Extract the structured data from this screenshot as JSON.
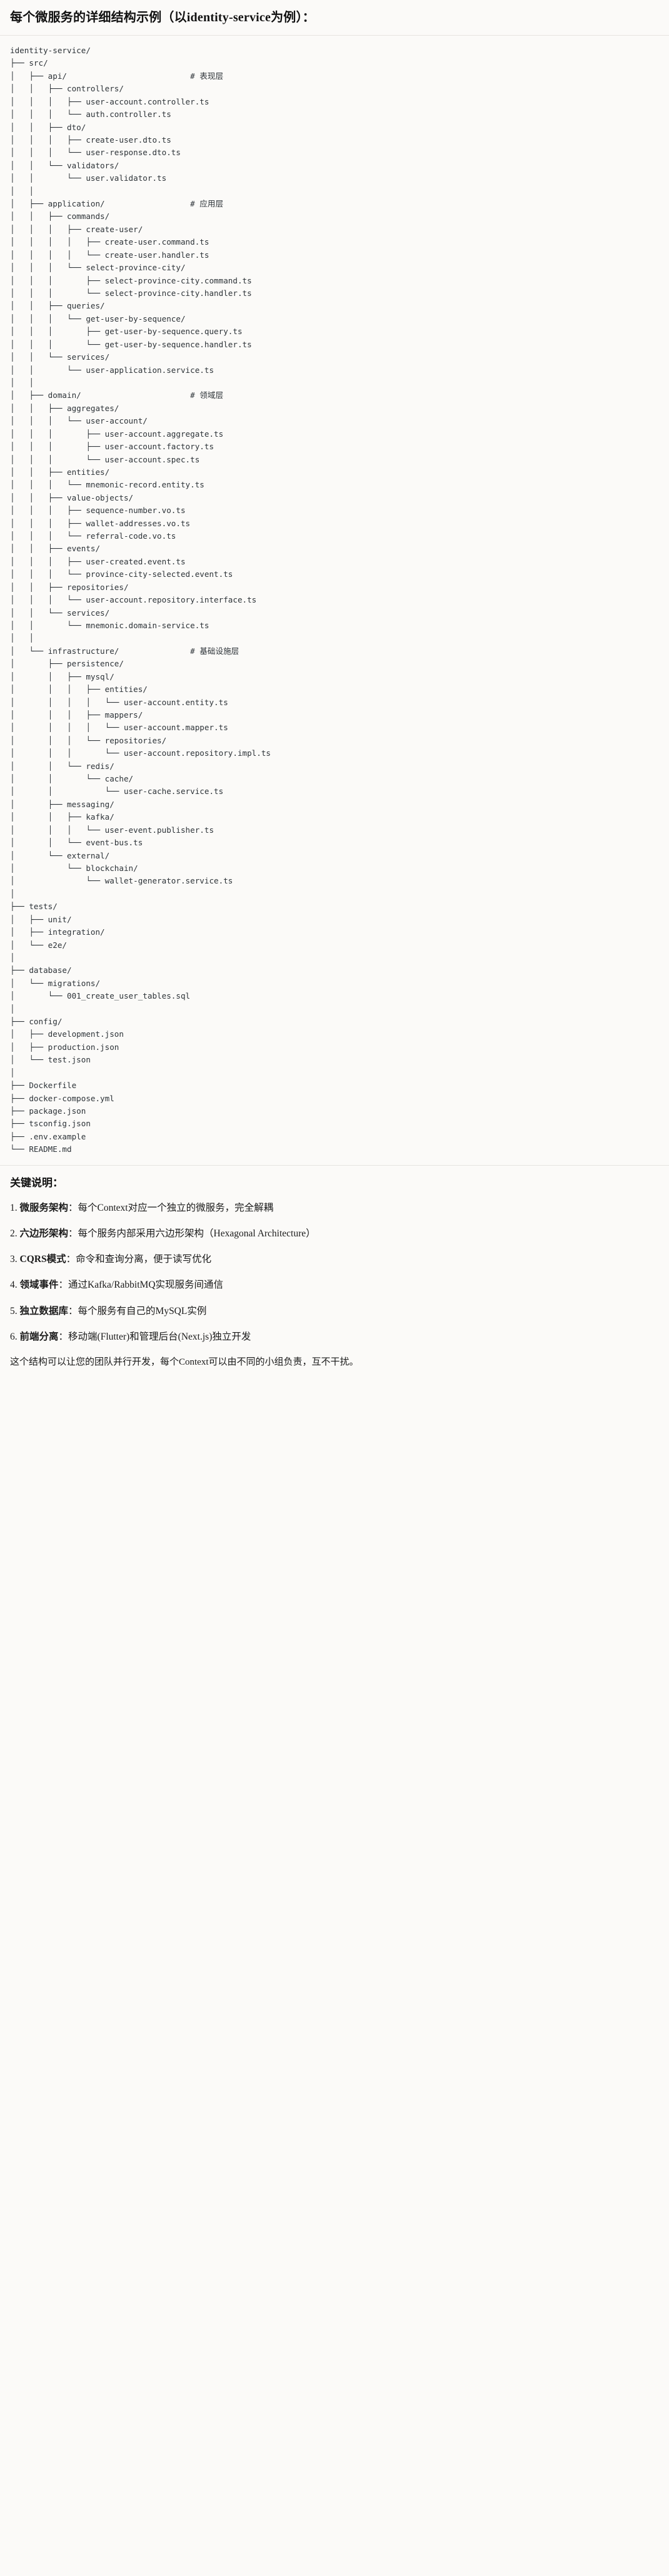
{
  "document": {
    "title": "每个微服务的详细结构示例（以identity-service为例）："
  },
  "tree": {
    "root": "identity-service/",
    "text": "identity-service/\n├── src/\n│   ├── api/                          # 表现层\n│   │   ├── controllers/\n│   │   │   ├── user-account.controller.ts\n│   │   │   └── auth.controller.ts\n│   │   ├── dto/\n│   │   │   ├── create-user.dto.ts\n│   │   │   └── user-response.dto.ts\n│   │   └── validators/\n│   │       └── user.validator.ts\n│   │\n│   ├── application/                  # 应用层\n│   │   ├── commands/\n│   │   │   ├── create-user/\n│   │   │   │   ├── create-user.command.ts\n│   │   │   │   └── create-user.handler.ts\n│   │   │   └── select-province-city/\n│   │   │       ├── select-province-city.command.ts\n│   │   │       └── select-province-city.handler.ts\n│   │   ├── queries/\n│   │   │   └── get-user-by-sequence/\n│   │   │       ├── get-user-by-sequence.query.ts\n│   │   │       └── get-user-by-sequence.handler.ts\n│   │   └── services/\n│   │       └── user-application.service.ts\n│   │\n│   ├── domain/                       # 领域层\n│   │   ├── aggregates/\n│   │   │   └── user-account/\n│   │   │       ├── user-account.aggregate.ts\n│   │   │       ├── user-account.factory.ts\n│   │   │       └── user-account.spec.ts\n│   │   ├── entities/\n│   │   │   └── mnemonic-record.entity.ts\n│   │   ├── value-objects/\n│   │   │   ├── sequence-number.vo.ts\n│   │   │   ├── wallet-addresses.vo.ts\n│   │   │   └── referral-code.vo.ts\n│   │   ├── events/\n│   │   │   ├── user-created.event.ts\n│   │   │   └── province-city-selected.event.ts\n│   │   ├── repositories/\n│   │   │   └── user-account.repository.interface.ts\n│   │   └── services/\n│   │       └── mnemonic.domain-service.ts\n│   │\n│   └── infrastructure/               # 基础设施层\n│       ├── persistence/\n│       │   ├── mysql/\n│       │   │   ├── entities/\n│       │   │   │   └── user-account.entity.ts\n│       │   │   ├── mappers/\n│       │   │   │   └── user-account.mapper.ts\n│       │   │   └── repositories/\n│       │   │       └── user-account.repository.impl.ts\n│       │   └── redis/\n│       │       └── cache/\n│       │           └── user-cache.service.ts\n│       ├── messaging/\n│       │   ├── kafka/\n│       │   │   └── user-event.publisher.ts\n│       │   └── event-bus.ts\n│       └── external/\n│           └── blockchain/\n│               └── wallet-generator.service.ts\n│\n├── tests/\n│   ├── unit/\n│   ├── integration/\n│   └── e2e/\n│\n├── database/\n│   └── migrations/\n│       └── 001_create_user_tables.sql\n│\n├── config/\n│   ├── development.json\n│   ├── production.json\n│   └── test.json\n│\n├── Dockerfile\n├── docker-compose.yml\n├── package.json\n├── tsconfig.json\n├── .env.example\n└── README.md",
    "layer_comments": [
      "# 表现层",
      "# 应用层",
      "# 领域层",
      "# 基础设施层"
    ]
  },
  "notes": {
    "heading": "关键说明：",
    "items": [
      {
        "num": "1.",
        "key": "微服务架构",
        "sep": "：",
        "val": "每个Context对应一个独立的微服务，完全解耦"
      },
      {
        "num": "2.",
        "key": "六边形架构",
        "sep": "：",
        "val": "每个服务内部采用六边形架构（Hexagonal Architecture）"
      },
      {
        "num": "3.",
        "key": "CQRS模式",
        "sep": "：",
        "val": "命令和查询分离，便于读写优化"
      },
      {
        "num": "4.",
        "key": "领域事件",
        "sep": "：",
        "val": "通过Kafka/RabbitMQ实现服务间通信"
      },
      {
        "num": "5.",
        "key": "独立数据库",
        "sep": "：",
        "val": "每个服务有自己的MySQL实例"
      },
      {
        "num": "6.",
        "key": "前端分离",
        "sep": "：",
        "val": "移动端(Flutter)和管理后台(Next.js)独立开发"
      }
    ],
    "closing": "这个结构可以让您的团队并行开发，每个Context可以由不同的小组负责，互不干扰。"
  }
}
